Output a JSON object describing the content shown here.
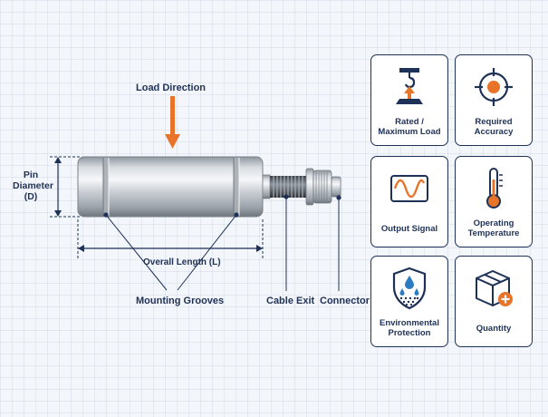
{
  "labels": {
    "load_direction": "Load Direction",
    "pin_diameter_line1": "Pin",
    "pin_diameter_line2": "Diameter",
    "pin_diameter_line3": "(D)",
    "overall_length": "Overall Length (L)",
    "mounting_grooves": "Mounting Grooves",
    "cable_exit": "Cable Exit",
    "connector": "Connector"
  },
  "cards": {
    "rated_line1": "Rated /",
    "rated_line2": "Maximum Load",
    "accuracy": "Required Accuracy",
    "signal": "Output Signal",
    "temp_line1": "Operating",
    "temp_line2": "Temperature",
    "env_line1": "Environmental",
    "env_line2": "Protection",
    "quantity": "Quantity"
  },
  "colors": {
    "accent": "#e8742a",
    "navy": "#1e3157",
    "metal": "#c7ccd2",
    "background": "#f3f6fa"
  },
  "icons": [
    "crane-hook-load-icon",
    "target-crosshair-icon",
    "sine-wave-signal-icon",
    "thermometer-icon",
    "shield-water-drops-icon",
    "box-plus-icon"
  ]
}
